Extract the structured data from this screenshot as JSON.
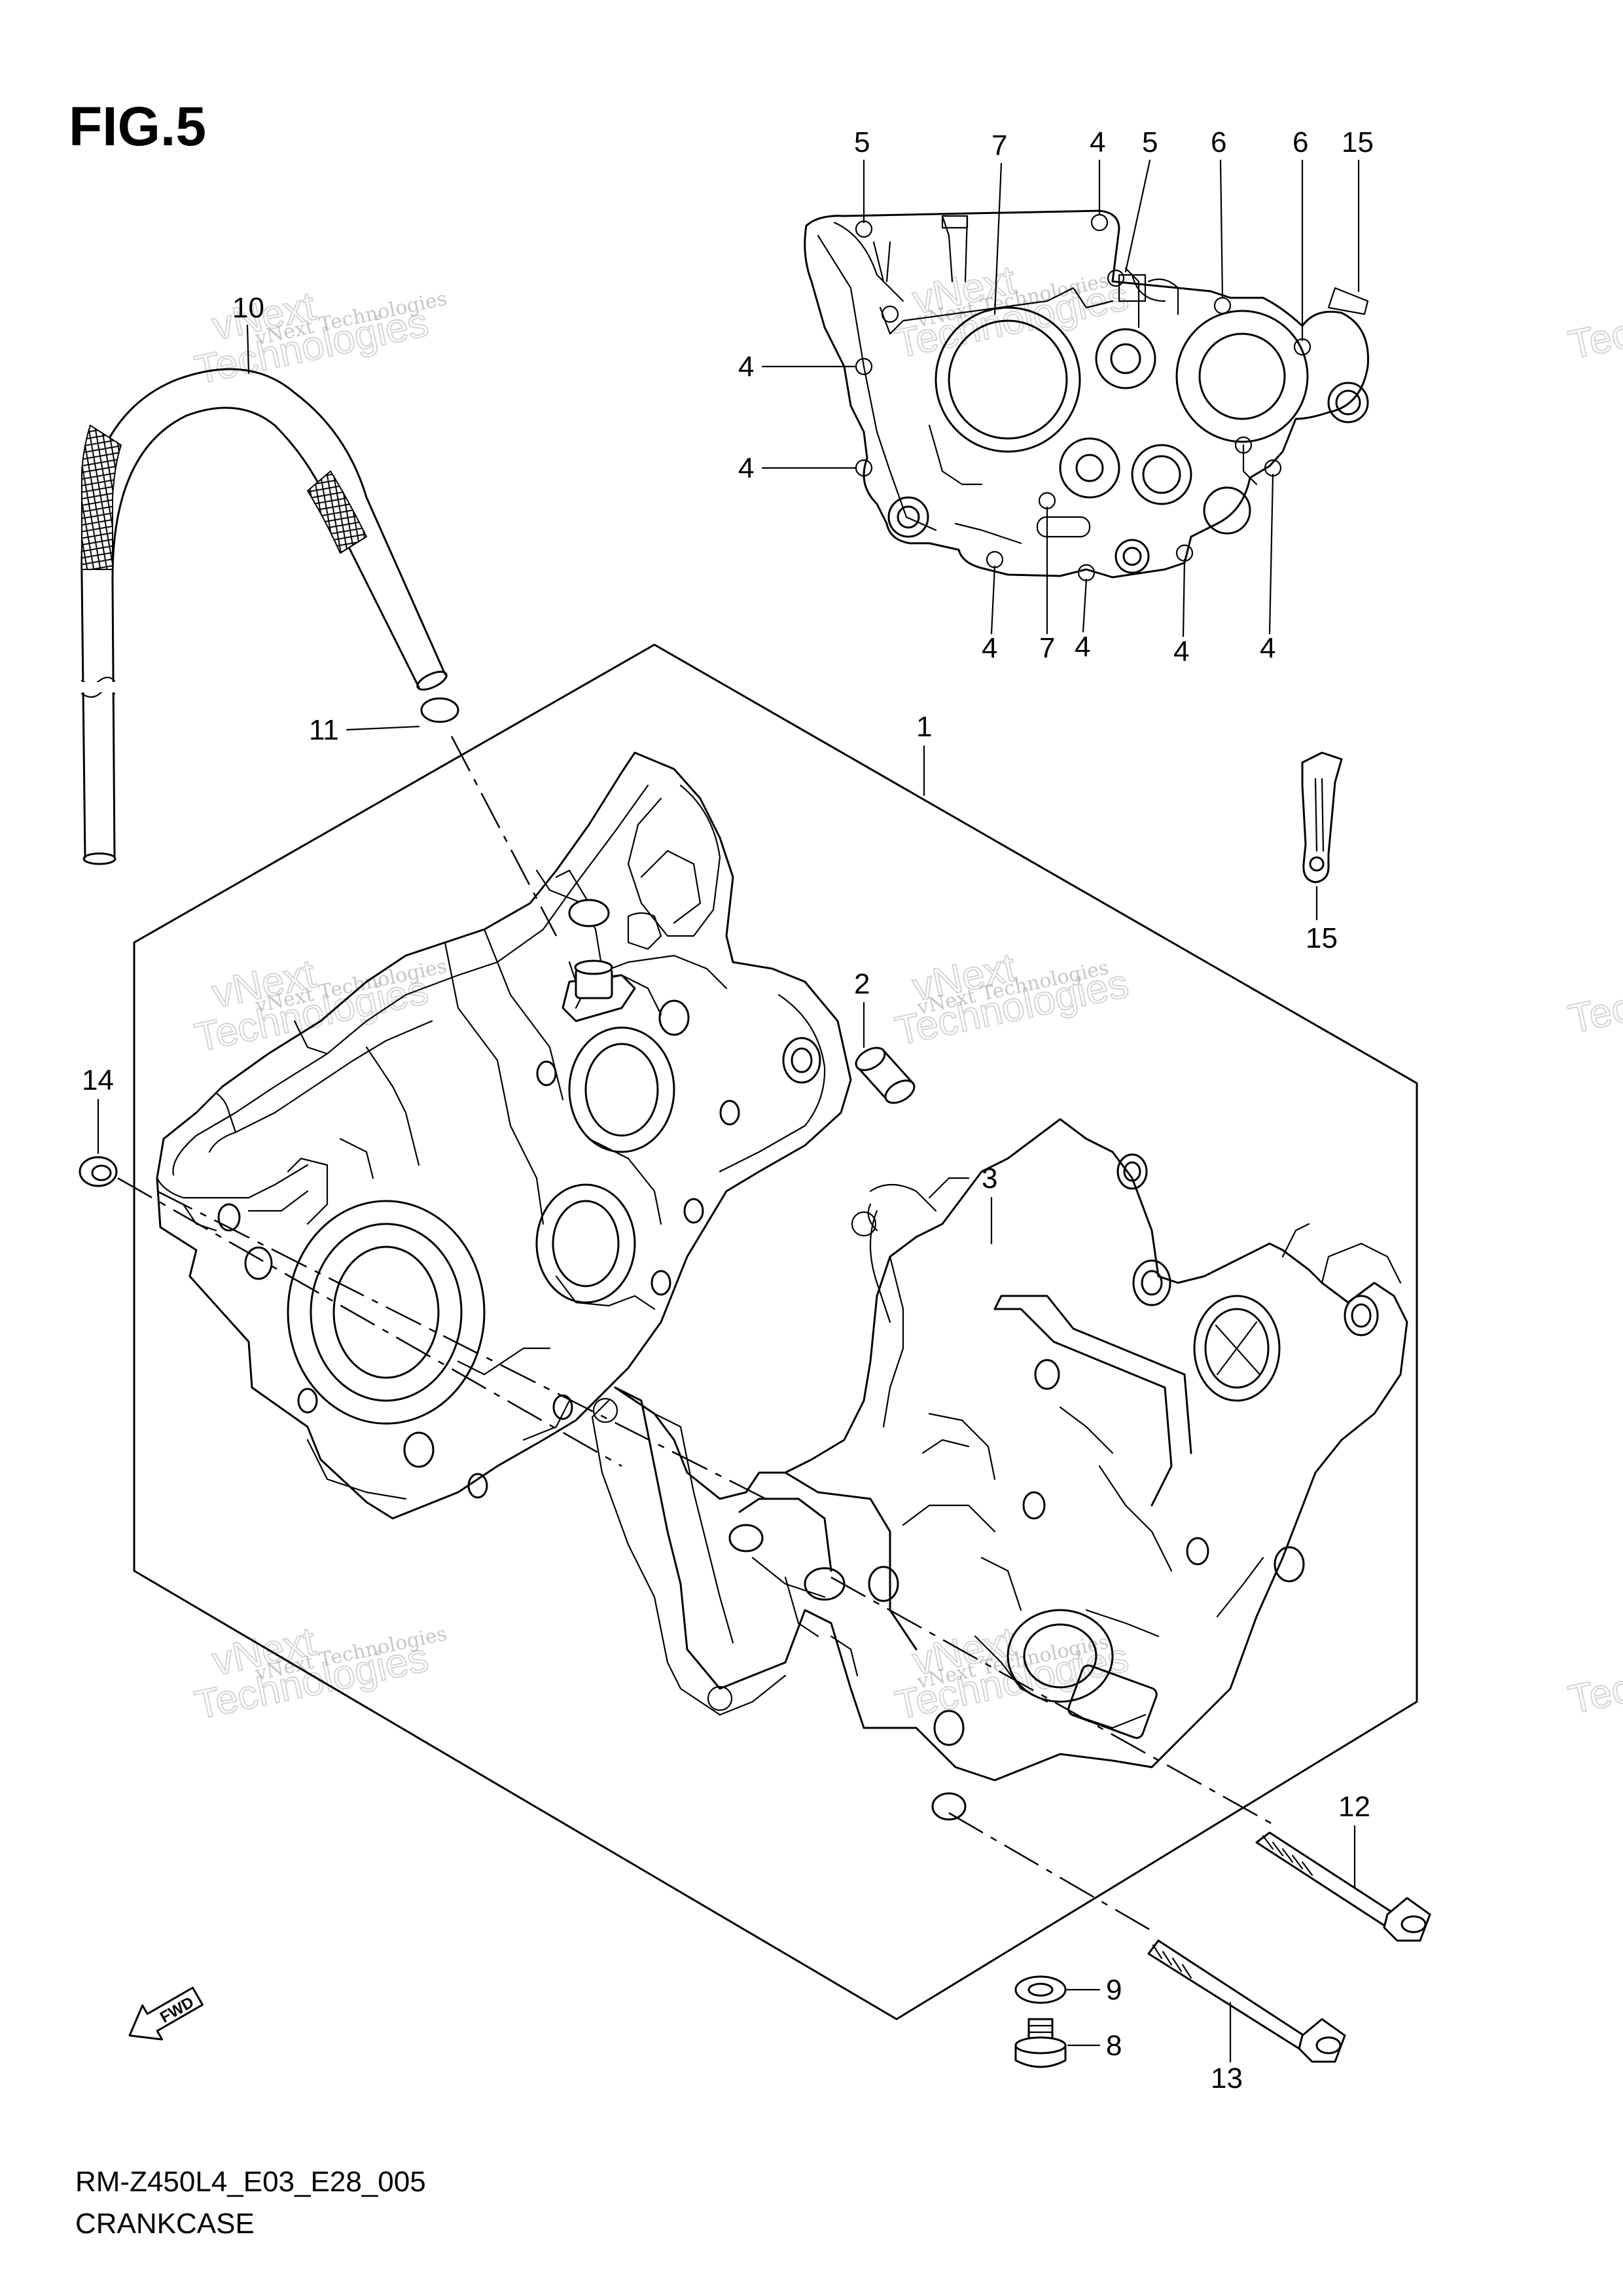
{
  "figure": {
    "title": "FIG.5",
    "code": "RM-Z450L4_E03_E28_005",
    "caption": "CRANKCASE"
  },
  "callouts": {
    "top": [
      "5",
      "7",
      "4",
      "5",
      "6",
      "6",
      "15"
    ],
    "gasket_left": [
      "4",
      "4"
    ],
    "gasket_bottom": [
      "4",
      "7",
      "4",
      "4",
      "4"
    ],
    "hose": "10",
    "clip": "11",
    "crankcase_assy": "1",
    "dowel": "2",
    "right_half": "3",
    "plug": "14",
    "bracket": "15",
    "bolt_long": "12",
    "bolt_short": "13",
    "washer": "9",
    "drain_bolt": "8"
  },
  "fwd_label": "FWD",
  "watermark": {
    "brand": "vNext Technologies",
    "word1": "vNext",
    "word2": "Technologies"
  }
}
